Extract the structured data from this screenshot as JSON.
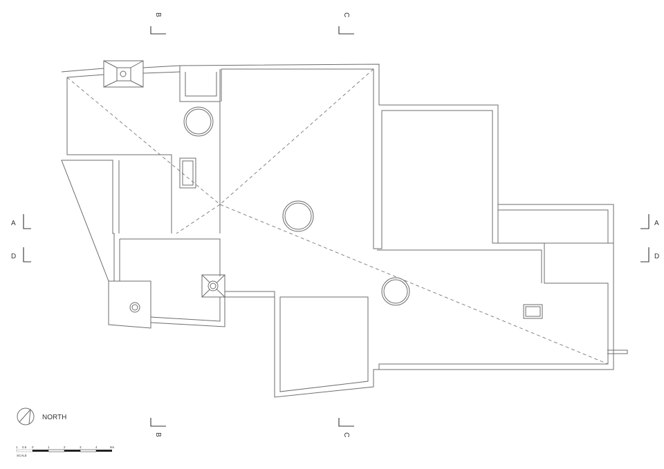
{
  "drawing": {
    "sections": {
      "top_left": "B",
      "top_right": "C",
      "left_upper": "A",
      "left_lower": "D",
      "right_upper": "A",
      "right_lower": "D",
      "bottom_left": "B",
      "bottom_right": "C"
    },
    "north_label": "NORTH",
    "scale": {
      "ticks": [
        "1",
        "0.5",
        "0",
        "1",
        "2",
        "3",
        "4",
        "5m"
      ],
      "label": "SCALE"
    }
  }
}
